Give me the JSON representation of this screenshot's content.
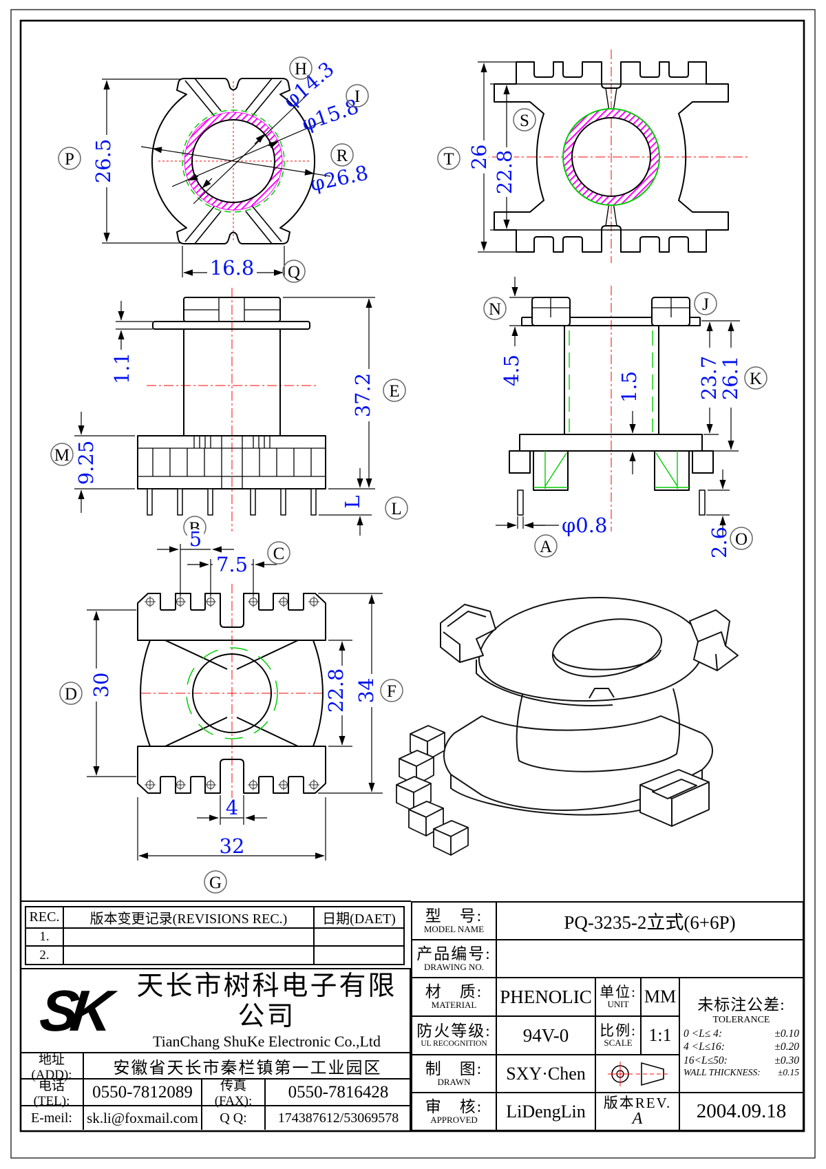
{
  "drawing": {
    "views": {
      "end": {
        "dims": {
          "height": "26.5",
          "bore": "φ14.3",
          "ring": "φ15.8",
          "outer": "φ26.8",
          "width": "16.8"
        },
        "callouts": {
          "P": "P",
          "H": "H",
          "I": "I",
          "R": "R",
          "Q": "Q"
        }
      },
      "top": {
        "dims": {
          "overall": "26",
          "window": "22.8"
        },
        "callouts": {
          "S": "S",
          "T": "T"
        }
      },
      "front": {
        "dims": {
          "plate": "1.1",
          "total": "37.2",
          "base": "9.25",
          "pin": "L"
        },
        "callouts": {
          "E": "E",
          "M": "M",
          "B": "B",
          "L": "L"
        }
      },
      "side": {
        "dims": {
          "flange": "4.5",
          "wall": "1.5",
          "h1": "23.7",
          "h2": "26.1",
          "pin_dia": "φ0.8",
          "pin_len": "2.6"
        },
        "callouts": {
          "N": "N",
          "J": "J",
          "K": "K",
          "A": "A",
          "O": "O"
        }
      },
      "bottom": {
        "dims": {
          "pitch1": "5",
          "pitch2": "7.5",
          "width": "30",
          "window": "22.8",
          "height": "34",
          "slot": "4",
          "overall": "32"
        },
        "callouts": {
          "C": "C",
          "D": "D",
          "F": "F",
          "G": "G"
        }
      }
    },
    "colors": {
      "dimension": "#0011ee",
      "centerline": "#ff0000",
      "auxiliary": "#00cc00",
      "hatch": "#ff00ff",
      "line": "#000000"
    }
  },
  "revision_table": {
    "col_rec": "REC.",
    "col_record": "版本变更记录(REVISIONS REC.)",
    "col_date": "日期(DAET)",
    "row1": "1.",
    "row2": "2."
  },
  "company": {
    "logo": "SK",
    "name_cn": "天长市树科电子有限公司",
    "name_en": "TianChang ShuKe Electronic Co.,Ltd",
    "address_label": "地址(ADD):",
    "address": "安徽省天长市秦栏镇第一工业园区",
    "tel_label": "电话(TEL):",
    "tel": "0550-7812089",
    "fax_label": "传真(FAX):",
    "fax": "0550-7816428",
    "email_label": "E-meil:",
    "email": "sk.li@foxmail.com",
    "qq_label": "Q Q:",
    "qq": "174387612/53069578"
  },
  "title_block": {
    "model_label": "型　号:",
    "model_sub": "MODEL NAME",
    "model": "PQ-3235-2立式(6+6P)",
    "drawing_label": "产品编号:",
    "drawing_sub": "DRAWING NO.",
    "drawing_no": "",
    "material_label": "材　质:",
    "material_sub": "MATERIAL",
    "material": "PHENOLIC",
    "unit_label": "单位:",
    "unit_sub": "UNIT",
    "unit": "MM",
    "fire_label": "防火等级:",
    "fire_sub": "UL RECOGNITION",
    "fire": "94V-0",
    "scale_label": "比例:",
    "scale_sub": "SCALE",
    "scale": "1:1",
    "drawn_label": "制　图:",
    "drawn_sub": "DRAWN",
    "drawn": "SXY·Chen",
    "approved_label": "审　核:",
    "approved_sub": "APPROVED",
    "approved": "LiDengLin",
    "rev_label": "版本REV.",
    "rev": "A",
    "date": "2004.09.18",
    "tol_title": "未标注公差:",
    "tol_sub": "TOLERANCE",
    "tolerances": [
      {
        "range": "0 <L≤ 4:",
        "value": "±0.10"
      },
      {
        "range": "4 <L≤16:",
        "value": "±0.20"
      },
      {
        "range": "16<L≤50:",
        "value": "±0.30"
      },
      {
        "range": "WALL THICKNESS:",
        "value": "±0.15"
      }
    ]
  }
}
